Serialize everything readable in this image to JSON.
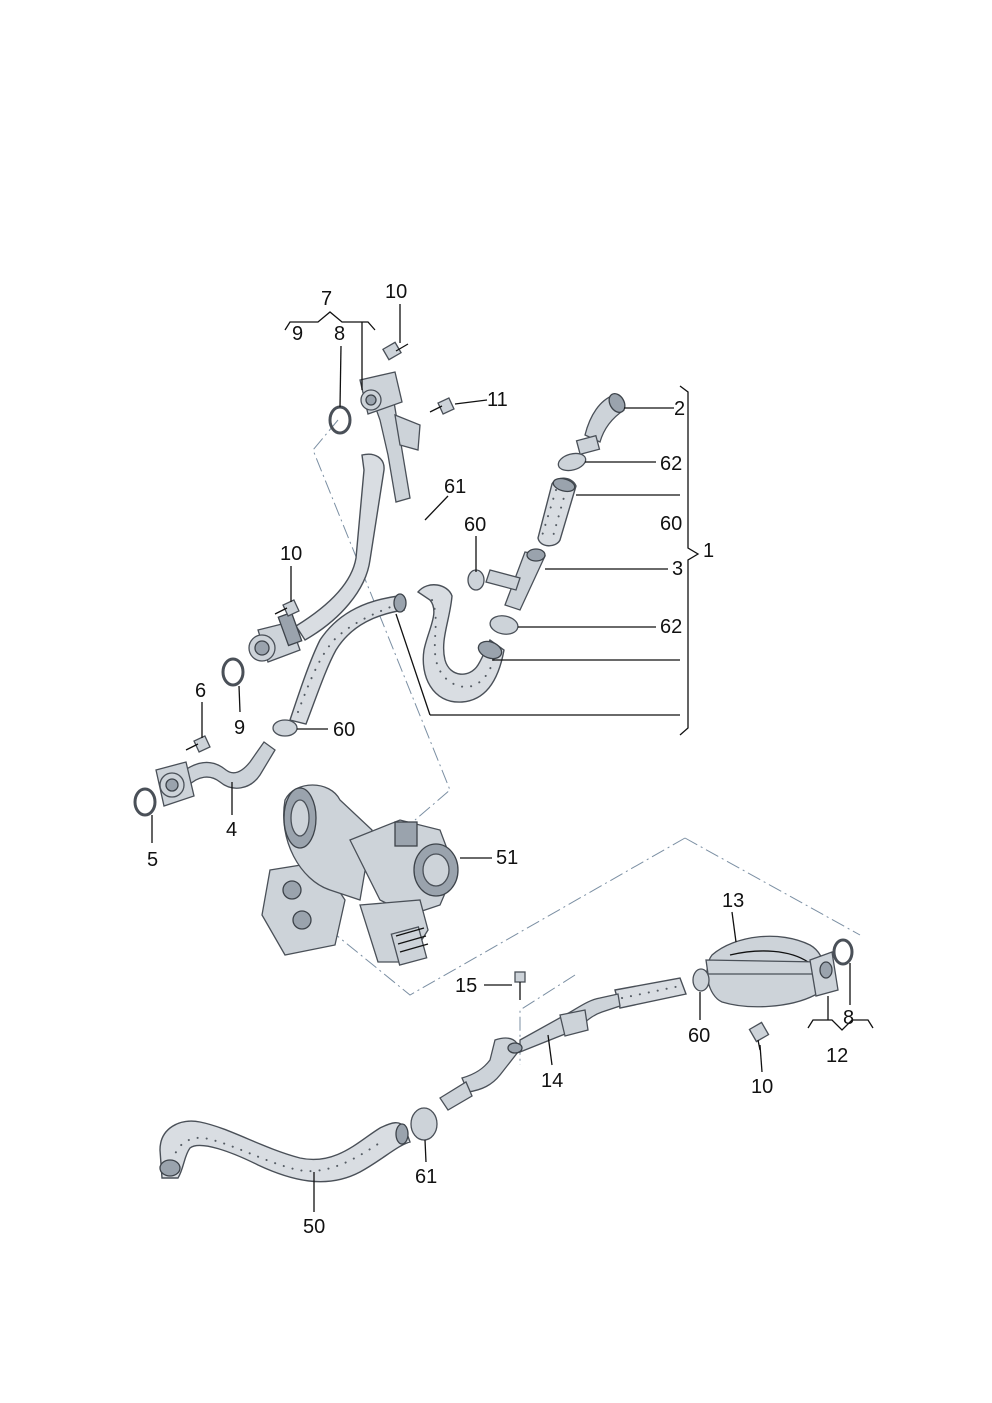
{
  "diagram": {
    "callouts": [
      "7",
      "10",
      "9",
      "8",
      "11",
      "2",
      "62",
      "61",
      "60",
      "60",
      "1",
      "3",
      "10",
      "62",
      "6",
      "9",
      "60",
      "4",
      "5",
      "51",
      "13",
      "15",
      "60",
      "8",
      "14",
      "12",
      "10",
      "61",
      "50"
    ]
  }
}
